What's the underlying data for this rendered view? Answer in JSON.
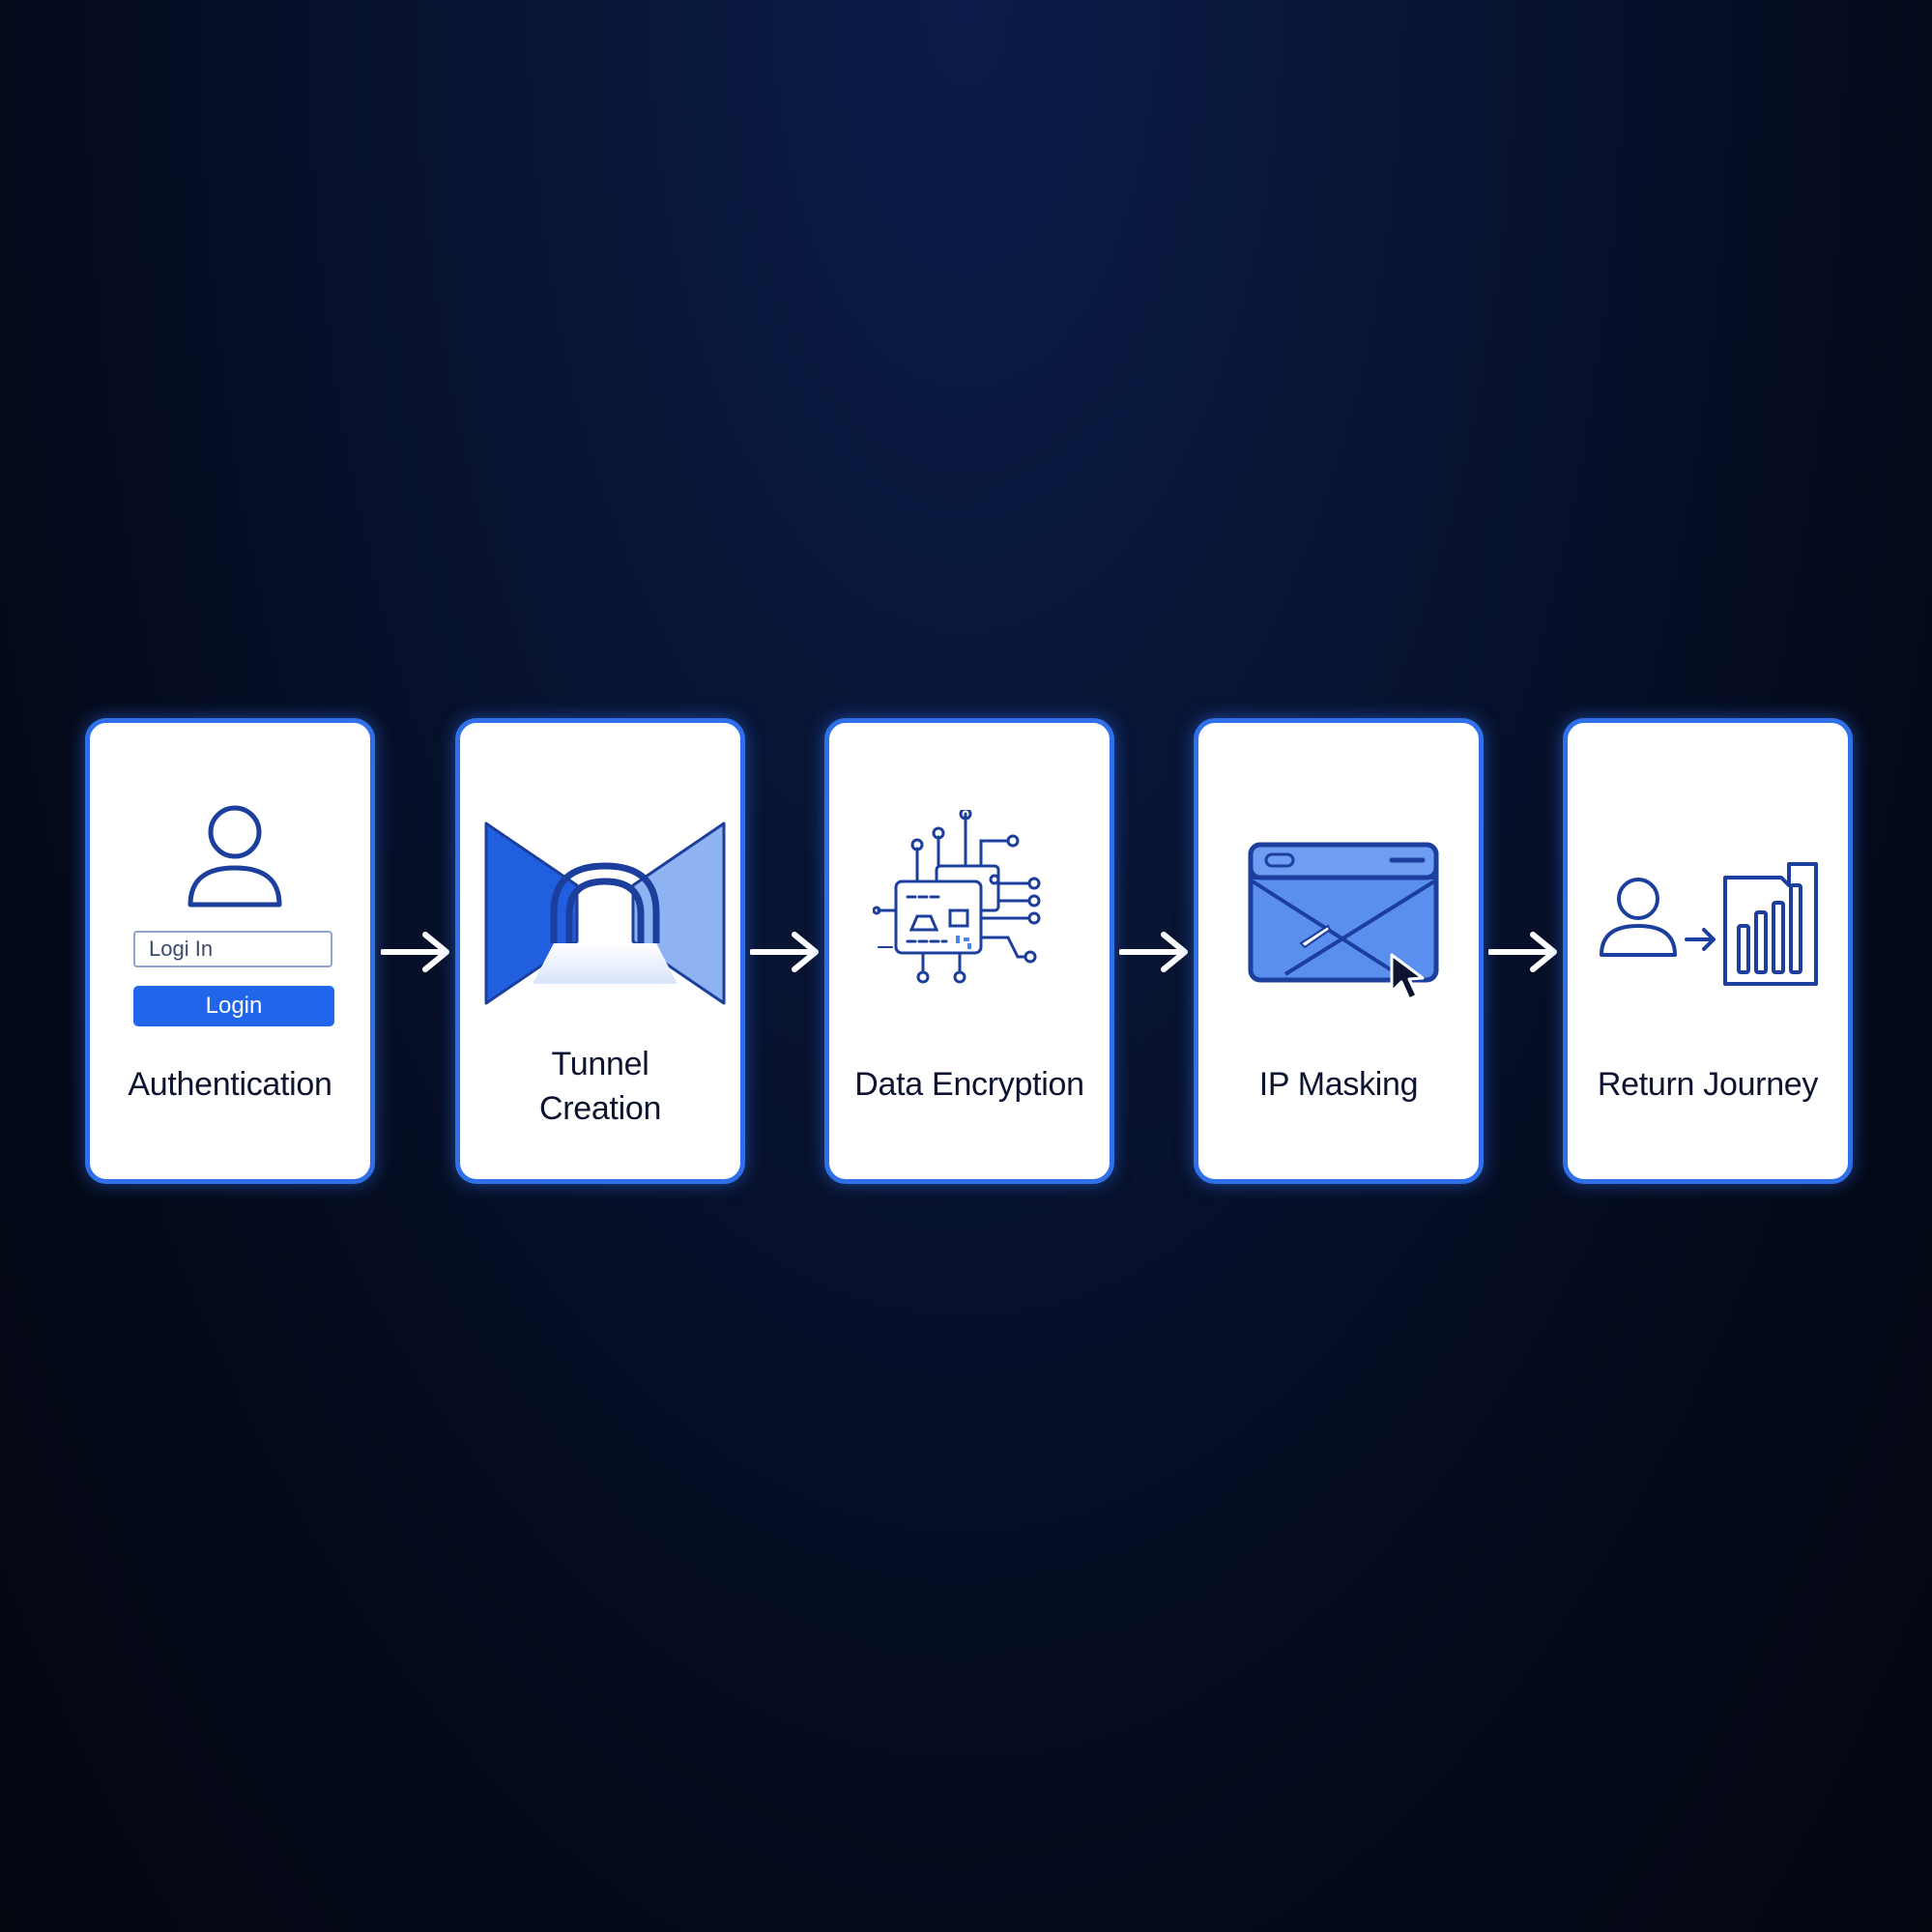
{
  "steps": [
    {
      "label": "Authentication",
      "icon": "user-login-icon",
      "login_field_value": "Logi In",
      "login_button_label": "Login"
    },
    {
      "label_line1": "Tunnel",
      "label_line2": "Creation",
      "icon": "tunnel-icon"
    },
    {
      "label": "Data Encryption",
      "icon": "circuit-chip-icon"
    },
    {
      "label": "IP Masking",
      "icon": "masked-browser-icon"
    },
    {
      "label": "Return Journey",
      "icon": "user-to-chart-icon"
    }
  ],
  "colors": {
    "card_border": "#2f6fe8",
    "icon_stroke": "#1c3f9e",
    "accent_blue": "#1f66ea",
    "arrow": "#ffffff"
  }
}
